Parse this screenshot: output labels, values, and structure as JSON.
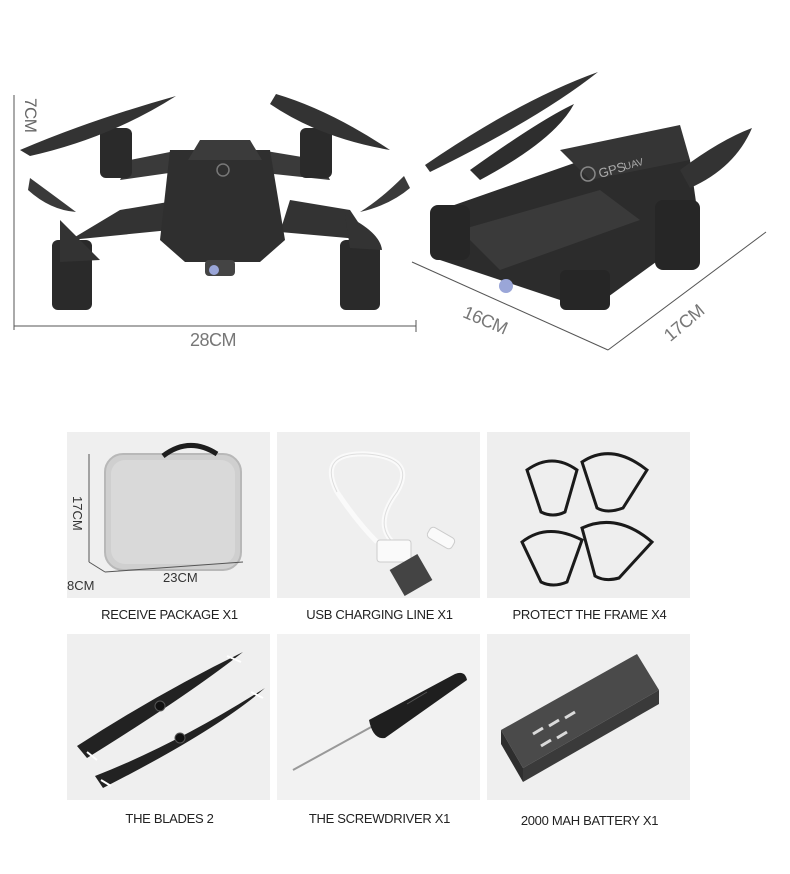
{
  "dimensions": {
    "unfolded_height": "7CM",
    "unfolded_width": "28CM",
    "folded_width": "16CM",
    "folded_length": "17CM"
  },
  "drone_badge": "GPS",
  "drone_badge_2": "UAV",
  "package": {
    "height": "17CM",
    "width": "23CM",
    "depth": "8CM"
  },
  "accessories": [
    {
      "label": "RECEIVE PACKAGE X1",
      "icon": "carry-case-icon"
    },
    {
      "label": "USB CHARGING LINE X1",
      "icon": "usb-cable-icon"
    },
    {
      "label": "PROTECT THE FRAME X4",
      "icon": "propeller-guard-icon"
    },
    {
      "label": "THE BLADES 2",
      "icon": "propeller-blade-icon"
    },
    {
      "label": "THE SCREWDRIVER X1",
      "icon": "screwdriver-icon"
    },
    {
      "label": "2000 MAH BATTERY X1",
      "icon": "battery-icon"
    }
  ]
}
